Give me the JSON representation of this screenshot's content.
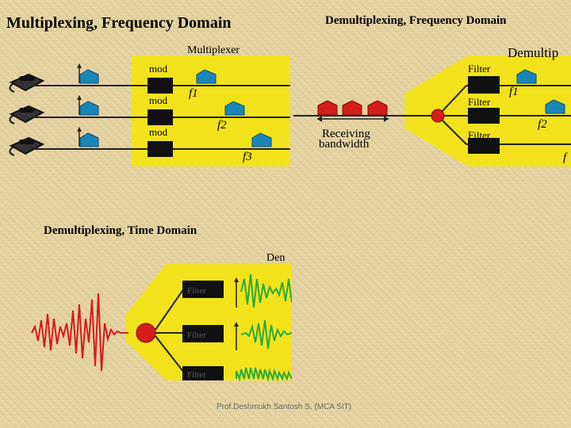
{
  "titles": {
    "multiplexing_frequency": "Multiplexing, Frequency Domain",
    "demultiplexing_frequency": "Demultiplexing, Frequency Domain",
    "demultiplexing_time": "Demultiplexing, Time Domain"
  },
  "mux_panel": {
    "heading": "Multiplexer",
    "mod_label": "mod",
    "f1": "f1",
    "f2": "f2",
    "f3": "f3"
  },
  "demux_panel": {
    "heading": "Demultip",
    "filter_label": "Filter",
    "receiving": "Receiving",
    "bandwidth": "bandwidth",
    "f1": "f1",
    "f2": "f2",
    "f_partial": "f"
  },
  "time_panel": {
    "heading": "Den",
    "filter_label": "Filter"
  },
  "footer": "Prof.Deshmukh Santosh S. (MCA SIT)",
  "colors": {
    "panel_yellow": "#f2e21c",
    "signal_blue": "#1a86b8",
    "signal_red": "#d41c1c",
    "wave_green": "#2aaa3a"
  }
}
